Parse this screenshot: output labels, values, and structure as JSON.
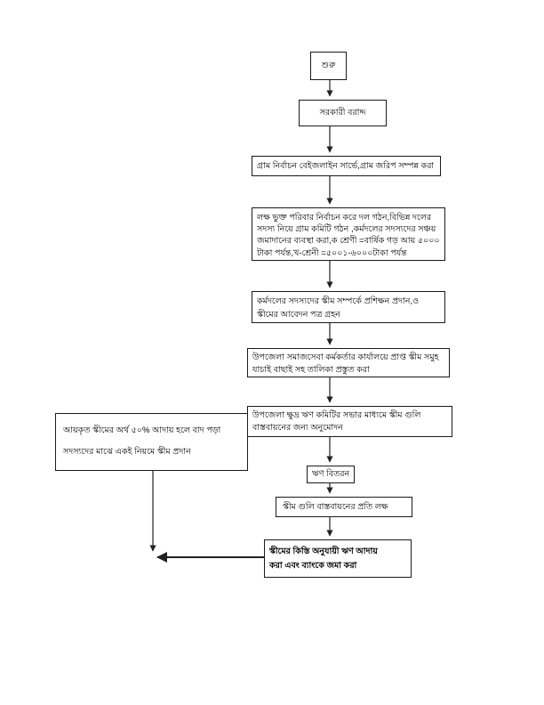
{
  "page": {
    "background_color": "#ffffff",
    "box_border_color": "#000000",
    "text_color": "#000000",
    "arrow_color": "#333333"
  },
  "flowchart": {
    "type": "flowchart",
    "language": "Bengali",
    "nodes": {
      "start": {
        "label": "শুরু"
      },
      "govt_allocation": {
        "label": "সরকারী বরাদ্দ"
      },
      "village_survey": {
        "label": "গ্রাম নির্বাচন বেইজলাইন সার্ভে,গ্রাম জরিপ সম্পন্ন করা"
      },
      "group_formation": {
        "label": "লক্ষ ভুক্ত পরিবার নির্বাচন করে দল গঠন,বিভিন্ন দলের সদস্য নিয়ে গ্রাম কমিটি গঠন ,কর্মদলের সদস্যদের সঞ্চয় জমাদানের ব্যবস্থা করা,ক শ্রেণী =বার্ষিক গড় আয় ৫০০০ টাকা পর্যন্ত,খ-শ্রেনী =৫০০১-৬০০০টাকা পর্যন্ত"
      },
      "scheme_training": {
        "label": "কর্মদলের সদস্যদের স্কীম সম্পর্কে প্রশিক্ষন প্রদান,ও স্কীমের আবেদন পত্র গ্রহন"
      },
      "scheme_verification": {
        "label": "উপজেলা সমাজসেবা কর্মকর্তার কার্যালয়ে প্রাপ্ত স্কীম সমুহ যাচাই বাছাই সহ তালিকা প্রস্তুত করা"
      },
      "scheme_approval": {
        "label": "উপজেলা ক্ষুদ্র ঋণ কমিটির সভার মাধ্যমে স্কীম গুলি বাস্তবায়নের জন্য অনুমোদন"
      },
      "loan_distribution": {
        "label": "ঋণ বিতরন"
      },
      "implementation_monitoring": {
        "label": "স্কীম গুলি বাস্তবায়নের প্রতি লক্ষ"
      },
      "loan_repayment": {
        "label": "স্কীমের কিস্তি অনুযায়ী ঋণ আদায় করা এবং ব্যাংকে জমা করা",
        "line1": "স্কীমের কিস্তি অনুযায়ী  ঋণ আদায়",
        "line2": "করা এবং ব্যাংকে জমা করা"
      },
      "scheme_reallocation": {
        "label": "আয়কৃত স্কীমের অর্থ ৫০% আদায় হলে বাদ পড়া সদস্যদের মাঝে একই নিয়মে স্কীম প্রদান",
        "line1": "আয়কৃত স্কীমের অর্থ ৫০% আদায় হলে বাদ পড়া",
        "line2": "সদস্যদের মাঝে একই নিয়মে স্কীম প্রদান"
      }
    },
    "edges": [
      "start -> govt_allocation",
      "govt_allocation -> village_survey",
      "village_survey -> group_formation",
      "group_formation -> scheme_training",
      "scheme_training -> scheme_verification",
      "scheme_verification -> scheme_approval",
      "scheme_approval -> loan_distribution",
      "loan_distribution -> implementation_monitoring",
      "implementation_monitoring -> loan_repayment",
      "loan_repayment -> junction_left",
      "scheme_reallocation -> junction_left"
    ]
  }
}
